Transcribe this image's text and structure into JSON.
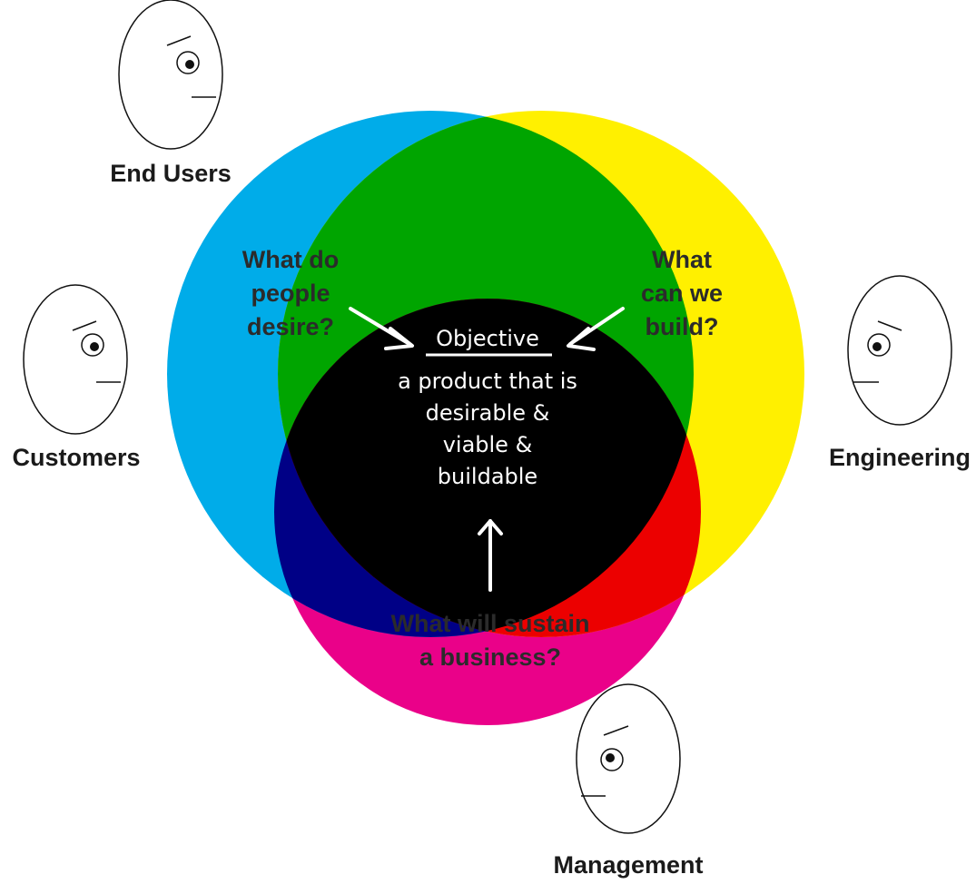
{
  "colors": {
    "cyan": "#00ace9",
    "yellow": "#fff000",
    "magenta": "#ea0189",
    "green": "#00a500",
    "red": "#ec0000",
    "navy": "#000086",
    "center": "#000000",
    "text_dark": "#2b2b2b",
    "text_light": "#ffffff"
  },
  "stakeholders": {
    "end_users": "End Users",
    "customers": "Customers",
    "engineering": "Engineering",
    "management": "Management"
  },
  "questions": {
    "desire": [
      "What do",
      "people",
      "desire?"
    ],
    "build": [
      "What",
      "can we",
      "build?"
    ],
    "sustain": [
      "What will sustain",
      "a business?"
    ]
  },
  "center": {
    "title": "Objective",
    "lines": [
      "a product that is",
      "desirable &",
      "viable &",
      "buildable"
    ]
  }
}
